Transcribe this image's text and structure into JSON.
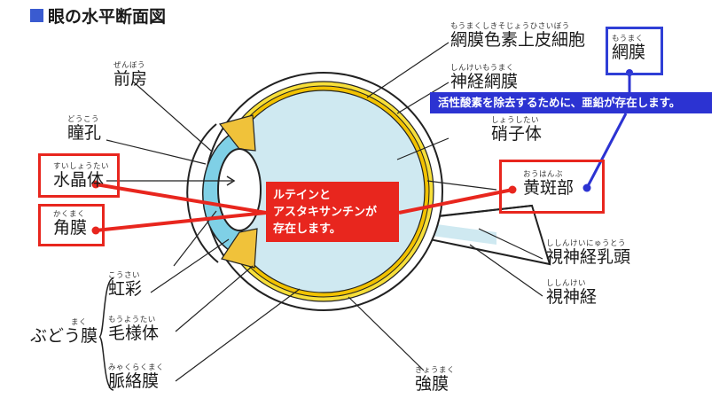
{
  "title": "眼の水平断面図",
  "labels": {
    "zenbou": {
      "ruby": "ぜんぼう",
      "text": "前房"
    },
    "doukou": {
      "ruby": "どうこう",
      "text": "瞳孔"
    },
    "suishoutai": {
      "ruby": "すいしょうたい",
      "text": "水晶体"
    },
    "kakumaku": {
      "ruby": "かくまく",
      "text": "角膜"
    },
    "kousai": {
      "ruby": "こうさい",
      "text": "虹彩"
    },
    "budoumaku": {
      "ruby": "まく",
      "text": "ぶどう膜"
    },
    "mouyoutai": {
      "ruby": "もうようたい",
      "text": "毛様体"
    },
    "myakurakumaku": {
      "ruby": "みゃくらくまく",
      "text": "脈絡膜"
    },
    "kyoumaku": {
      "ruby": "きょうまく",
      "text": "強膜"
    },
    "moumakushikiso": {
      "ruby": "もうまくしきそじょうひさいぼう",
      "text": "網膜色素上皮細胞"
    },
    "shinkeimoumaku": {
      "ruby": "しんけいもうまく",
      "text": "神経網膜"
    },
    "shoushitai": {
      "ruby": "しょうしたい",
      "text": "硝子体"
    },
    "ouhanbu": {
      "ruby": "おうはんぶ",
      "text": "黄斑部"
    },
    "shishinkeinyuutou": {
      "ruby": "ししんけいにゅうとう",
      "text": "視神経乳頭"
    },
    "shishinkei": {
      "ruby": "ししんけい",
      "text": "視神経"
    },
    "moumaku": {
      "ruby": "もうまく",
      "text": "網膜"
    }
  },
  "callouts": {
    "red": [
      "ルテインと",
      "アスタキサンチンが",
      "存在します。"
    ],
    "blue": "活性酸素を除去するために、亜鉛が存在します。"
  },
  "colors": {
    "sclera": "#ffffff",
    "retina": "#f2c200",
    "choroid": "#f7df3a",
    "vitreous": "#cfe9f1",
    "cornea": "#7fd0e6",
    "lens": "#ffffff",
    "iris": "#f0c23a",
    "red": "#e8261e",
    "blue": "#2c33d2",
    "title_square": "#3a5bd0"
  }
}
